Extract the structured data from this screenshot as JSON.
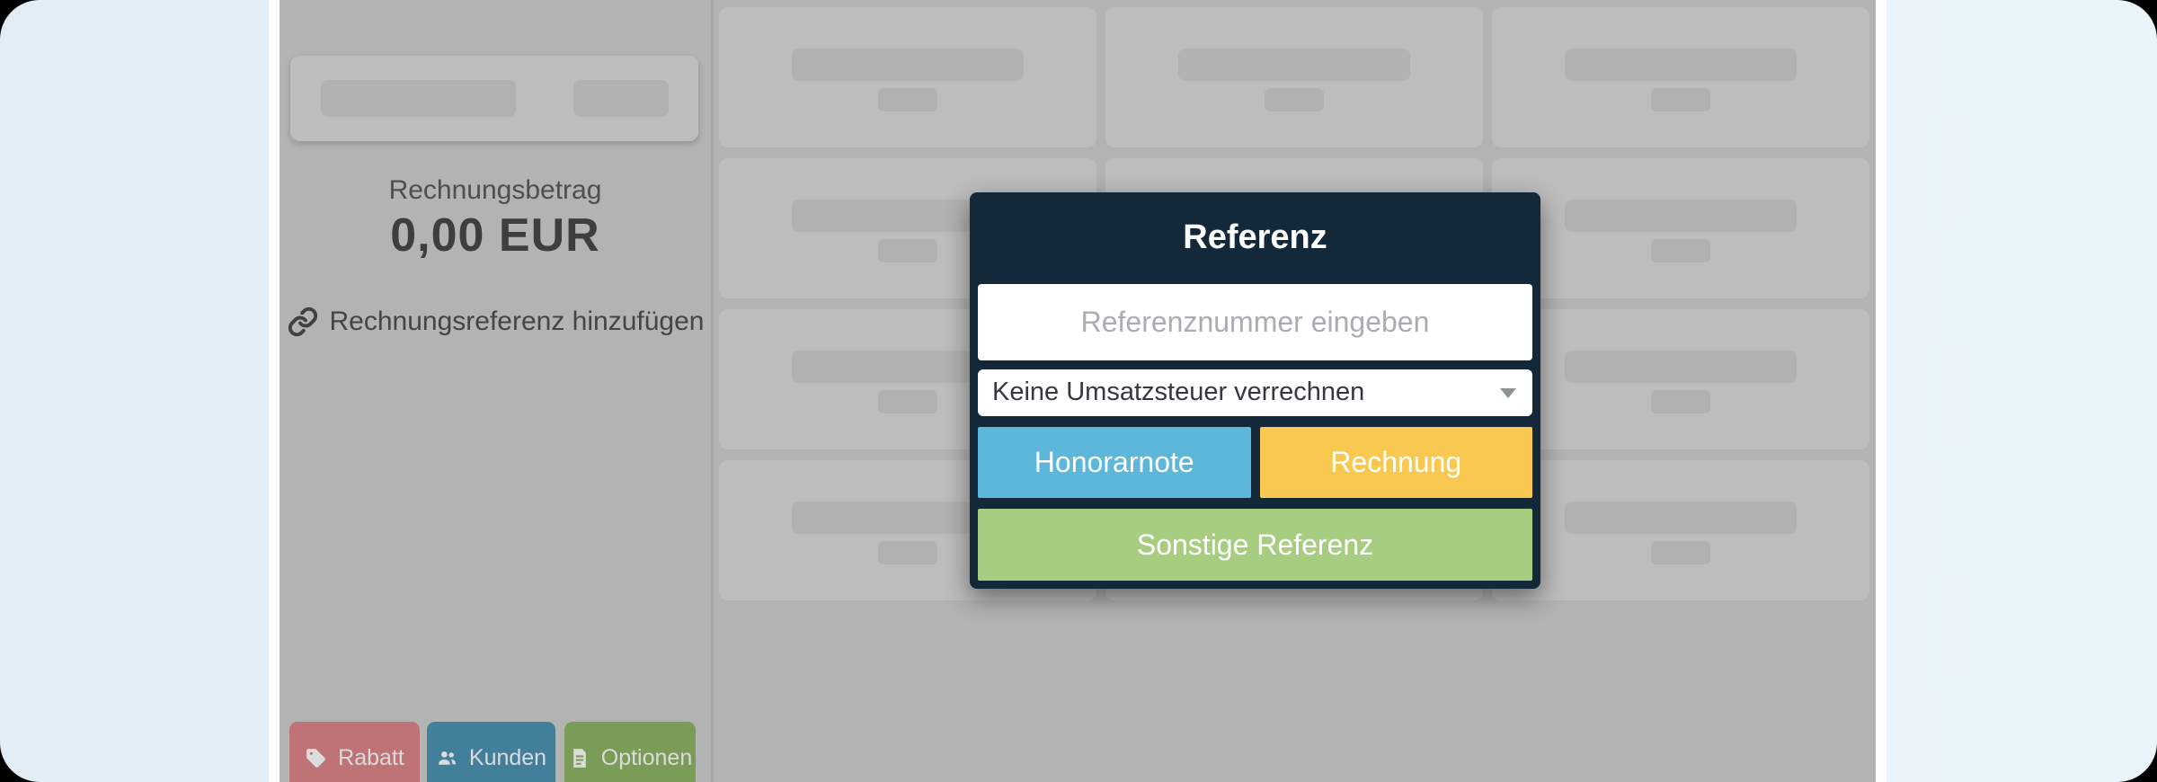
{
  "app": {
    "background_color": "#e8f2f9",
    "window_color": "#fdfdfd",
    "backdrop_color": "#b2b3b3"
  },
  "invoice_panel": {
    "amount_label": "Rechnungsbetrag",
    "amount_value": "0,00 EUR",
    "add_reference_label": "Rechnungsreferenz hinzufügen",
    "footer_buttons": [
      {
        "label": "Rabatt",
        "icon": "tag-icon",
        "color": "#bf7376"
      },
      {
        "label": "Kunden",
        "icon": "users-icon",
        "color": "#417f9b"
      },
      {
        "label": "Optionen",
        "icon": "document-icon",
        "color": "#7b9c57"
      }
    ]
  },
  "product_grid": {
    "tile_count": 12,
    "columns": 3,
    "rows": 4,
    "state": "skeleton-placeholders"
  },
  "modal": {
    "title": "Referenz",
    "reference_input": {
      "value": "",
      "placeholder": "Referenznummer eingeben"
    },
    "tax_select": {
      "selected_option": "Keine Umsatzsteuer verrechnen"
    },
    "buttons": [
      {
        "label": "Honorarnote",
        "color": "#5cb7da"
      },
      {
        "label": "Rechnung",
        "color": "#f9c851"
      },
      {
        "label": "Sonstige Referenz",
        "color": "#a7cd80"
      }
    ],
    "header_color": "#13293a"
  }
}
